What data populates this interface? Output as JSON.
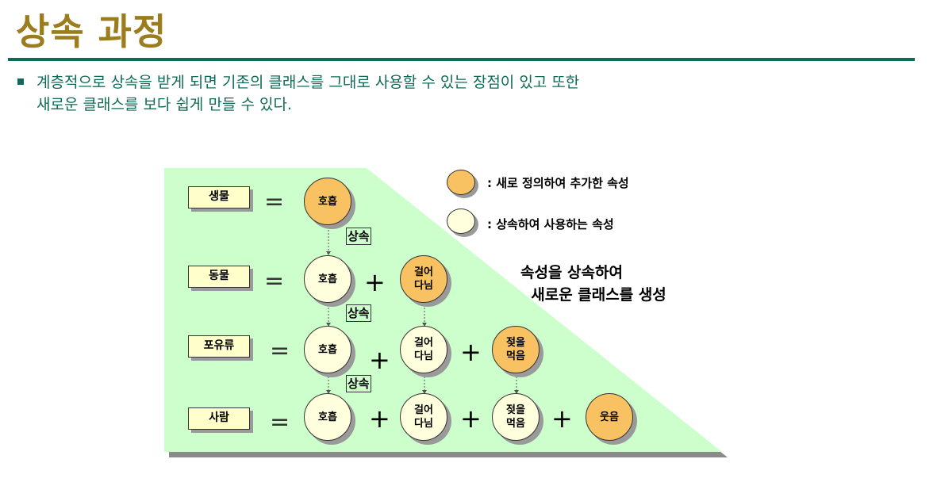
{
  "title": "상속 과정",
  "bullet": "계층적으로 상속을 받게 되면 기존의 클래스를 그대로 사용할 수 있는 장점이 있고 또한\n새로운 클래스를 보다 쉽게 만들 수 있다.",
  "legend": {
    "new_attr": ": 새로 정의하여 추가한 속성",
    "inherited_attr": ": 상속하여 사용하는 속성"
  },
  "caption": "속성을 상속하여\n  새로운 클래스를 생성",
  "inherit_label": "상속",
  "rows": [
    {
      "class": "생물",
      "attrs": [
        "호흡"
      ]
    },
    {
      "class": "동물",
      "attrs": [
        "호흡",
        "걸어\n다님"
      ]
    },
    {
      "class": "포유류",
      "attrs": [
        "호흡",
        "걸어\n다님",
        "젖을\n먹음"
      ]
    },
    {
      "class": "사람",
      "attrs": [
        "호흡",
        "걸어\n다님",
        "젖을\n먹음",
        "웃음"
      ]
    }
  ],
  "symbols": {
    "equals": "=",
    "plus": "+"
  },
  "colors": {
    "title": "#9b7d1e",
    "rule": "#0f6b57",
    "panel": "#ccffcc",
    "new_attr": "#f8c263",
    "inherited_attr": "#ffffdd",
    "label_box": "#ffffcc"
  }
}
